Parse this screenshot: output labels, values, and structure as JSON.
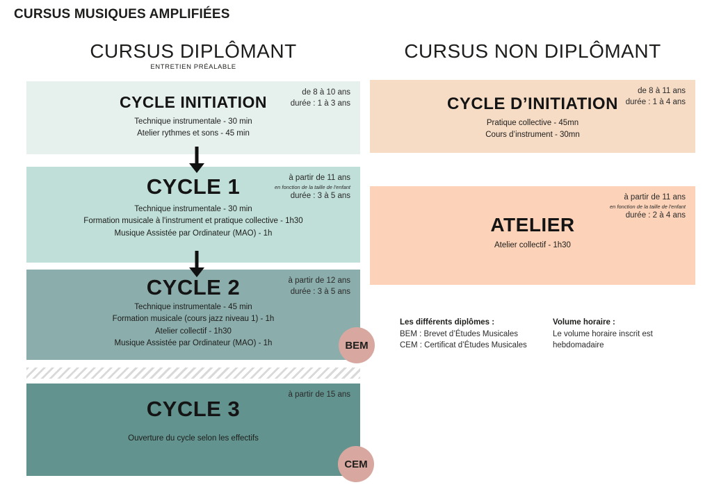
{
  "page": {
    "title": "CURSUS MUSIQUES AMPLIFIÉES"
  },
  "colors": {
    "cycle_initiation_bg": "#e6f1ee",
    "cycle1_bg": "#c0dfd8",
    "cycle2_bg": "#8badab",
    "cycle3_bg": "#62938e",
    "cycle_d_initiation_bg": "#f6dbc5",
    "atelier_bg": "#fcd3b8",
    "badge_bg": "#d8a8a0",
    "hatch_stripe": "#d9d9d9",
    "text": "#1d1d1b"
  },
  "left_column": {
    "header": "CURSUS DIPLÔMANT",
    "subheader": "ENTRETIEN PRÉALABLE",
    "boxes": [
      {
        "title": "CYCLE INITIATION",
        "age_lines": [
          "de 8 à 10 ans",
          "durée : 1 à 3 ans"
        ],
        "lines": [
          "Technique instrumentale - 30 min",
          "Atelier rythmes et sons - 45 min"
        ]
      },
      {
        "title": "CYCLE 1",
        "age_lines": [
          "à partir de 11 ans",
          "en fonction de la taille de l'enfant",
          "durée : 3 à 5 ans"
        ],
        "lines": [
          "Technique instrumentale - 30 min",
          "Formation musicale à l'instrument et pratique collective  - 1h30",
          "Musique Assistée par Ordinateur (MAO) - 1h"
        ]
      },
      {
        "title": "CYCLE 2",
        "age_lines": [
          "à partir de 12 ans",
          "durée : 3 à 5 ans"
        ],
        "lines": [
          "Technique instrumentale - 45 min",
          "Formation musicale (cours jazz niveau 1) - 1h",
          "Atelier collectif - 1h30",
          "Musique Assistée par Ordinateur (MAO) - 1h"
        ],
        "badge": "BEM"
      },
      {
        "title": "CYCLE 3",
        "age_lines": [
          "à partir de 15 ans"
        ],
        "lines": [
          "Ouverture du cycle selon les effectifs"
        ],
        "badge": "CEM"
      }
    ]
  },
  "right_column": {
    "header": "CURSUS NON DIPLÔMANT",
    "boxes": [
      {
        "title": "CYCLE D’INITIATION",
        "age_lines": [
          "de 8 à 11 ans",
          "durée : 1 à 4 ans"
        ],
        "lines": [
          "Pratique collective - 45mn",
          "Cours d’instrument - 30mn"
        ]
      },
      {
        "title": "ATELIER",
        "age_lines": [
          "à partir de 11 ans",
          "en fonction de la taille de l'enfant",
          "durée : 2 à 4 ans"
        ],
        "lines": [
          "Atelier collectif - 1h30"
        ]
      }
    ]
  },
  "notes": {
    "diplomas": {
      "title": "Les différents diplômes :",
      "lines": [
        "BEM : Brevet d’Études Musicales",
        "CEM : Certificat d’Études Musicales"
      ]
    },
    "volume": {
      "title": "Volume horaire :",
      "lines": [
        "Le volume horaire inscrit est",
        "hebdomadaire"
      ]
    }
  }
}
